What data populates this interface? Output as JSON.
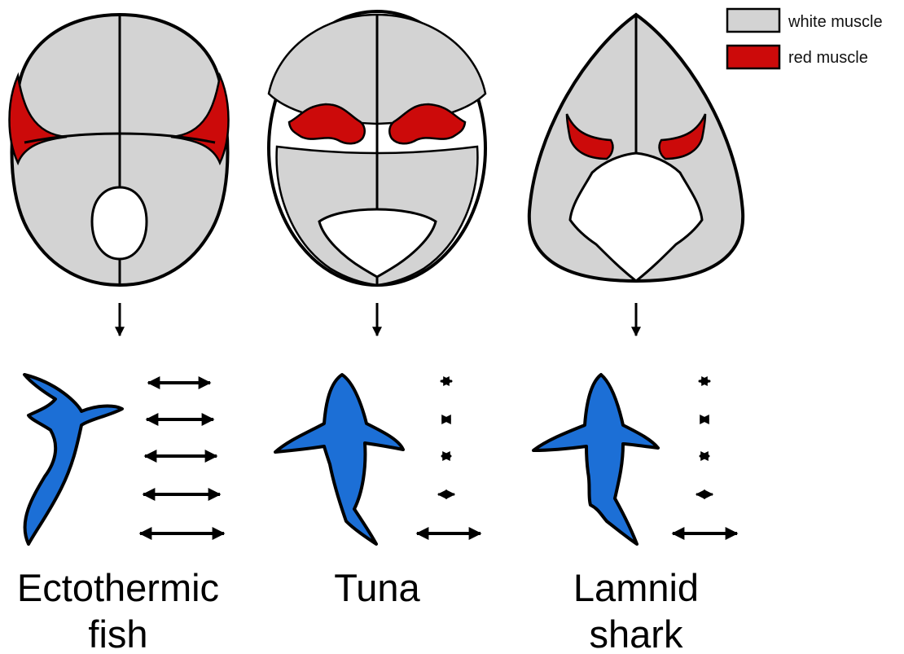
{
  "colors": {
    "white_muscle": "#d3d3d3",
    "red_muscle": "#cc0a0a",
    "fish_body": "#1c6fd6",
    "outline": "#000000"
  },
  "legend": {
    "white_muscle_label": "white muscle",
    "red_muscle_label": "red muscle"
  },
  "panels": [
    {
      "caption_line1": "Ectothermic",
      "caption_line2": "fish"
    },
    {
      "caption_line1": "Tuna",
      "caption_line2": ""
    },
    {
      "caption_line1": "Lamnid",
      "caption_line2": "shark"
    }
  ],
  "icons": {
    "down_arrow": "down-arrow-icon",
    "movement_arrow": "double-headed-arrow-icon"
  }
}
